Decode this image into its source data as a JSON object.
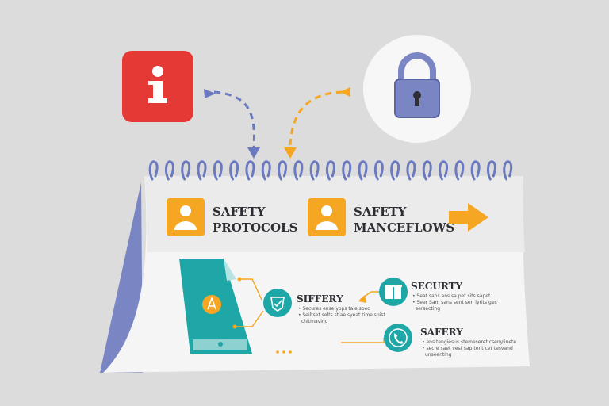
{
  "info_card": {
    "glyph": "i",
    "color": "#e53935",
    "icon": "info-icon"
  },
  "lock_card": {
    "color": "#7a86c4",
    "icon": "padlock-icon"
  },
  "header": {
    "items": [
      {
        "line1": "SAFETY",
        "line2": "PROTOCOLS",
        "icon": "user-icon"
      },
      {
        "line1": "SAFETY",
        "line2": "MANCEFLOWS",
        "icon": "user-icon"
      }
    ],
    "arrow_color": "#f5a623"
  },
  "nodes": [
    {
      "title": "SIFFERY",
      "icon": "shield-icon",
      "lines": [
        "• Secures ense yops tale spec",
        "• Seiltset selts stiae syeat time spist",
        "chitmaving"
      ]
    },
    {
      "title": "SECURTY",
      "icon": "gift-icon",
      "lines": [
        "• Seat sans ans sa pet sits sapet.",
        "• Seer Sam sans sent sen lyrits ges",
        "sersecting"
      ]
    },
    {
      "title": "SAFERY",
      "icon": "phone-icon",
      "lines": [
        "• ens tengiesus stemeseret csenylinete.",
        "• secre saet vest sap tent cet tesvand",
        "unseenting"
      ]
    }
  ],
  "colors": {
    "orange": "#f5a623",
    "teal": "#1fa7a7",
    "blue": "#6b79bf",
    "red": "#e53935"
  }
}
